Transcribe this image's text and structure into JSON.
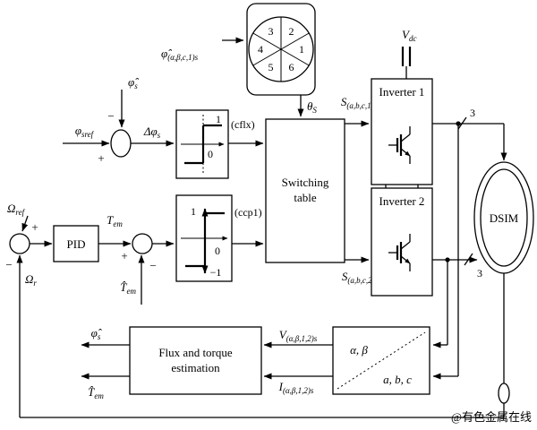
{
  "watermark": {
    "text": "@有色金属在线",
    "color": "#cc4444"
  },
  "sector_wheel": {
    "n1": "1",
    "n2": "2",
    "n3": "3",
    "n4": "4",
    "n5": "5",
    "n6": "6"
  },
  "blocks": {
    "pid": "PID",
    "switching_table": "Switching table",
    "inverter1": "Inverter 1",
    "inverter2": "Inverter 2",
    "dsim": "DSIM",
    "estimation": "Flux and torque estimation",
    "transform_top": "α, β",
    "transform_bottom": "a, b, c"
  },
  "labels": {
    "flux_input": {
      "main": "φ̂",
      "sub": "(α,β,c,1)s"
    },
    "theta": {
      "main": "θ",
      "sub": "S"
    },
    "phi_sref": {
      "main": "φ",
      "sub": "sref"
    },
    "phi_hat_top": {
      "main": "φ̂",
      "sub": "s"
    },
    "delta_phi": {
      "main": "Δφ",
      "sub": "s"
    },
    "omega_ref": {
      "main": "Ω",
      "sub": "ref"
    },
    "omega_r": {
      "main": "Ω",
      "sub": "r"
    },
    "t_em": {
      "main": "T",
      "sub": "em"
    },
    "t_em_hat_fb": {
      "main": "T̂",
      "sub": "em"
    },
    "s1": {
      "main": "S",
      "sub": "(a,b,c,1)s"
    },
    "s2": {
      "main": "S",
      "sub": "(a,b,c,2)s"
    },
    "vdc": {
      "main": "V",
      "sub": "dc"
    },
    "v_meas": {
      "main": "V",
      "sub": "(α,β,1,2)s"
    },
    "i_meas": {
      "main": "I",
      "sub": "(α,β,1,2)s"
    },
    "phi_hat_out": {
      "main": "φ̂",
      "sub": "s"
    },
    "t_em_hat_out": {
      "main": "T̂",
      "sub": "em"
    },
    "phase_top": "3",
    "phase_bottom": "3"
  },
  "hysteresis1": {
    "tag": "(cflx)",
    "high": "1",
    "low": "0"
  },
  "hysteresis2": {
    "tag": "(ccp1)",
    "high": "1",
    "mid": "0",
    "low": "−1"
  },
  "signs": {
    "speed_plus": "+",
    "speed_minus": "−",
    "flux_plus": "+",
    "flux_minus": "−",
    "torque_plus": "+",
    "torque_minus": "−"
  }
}
